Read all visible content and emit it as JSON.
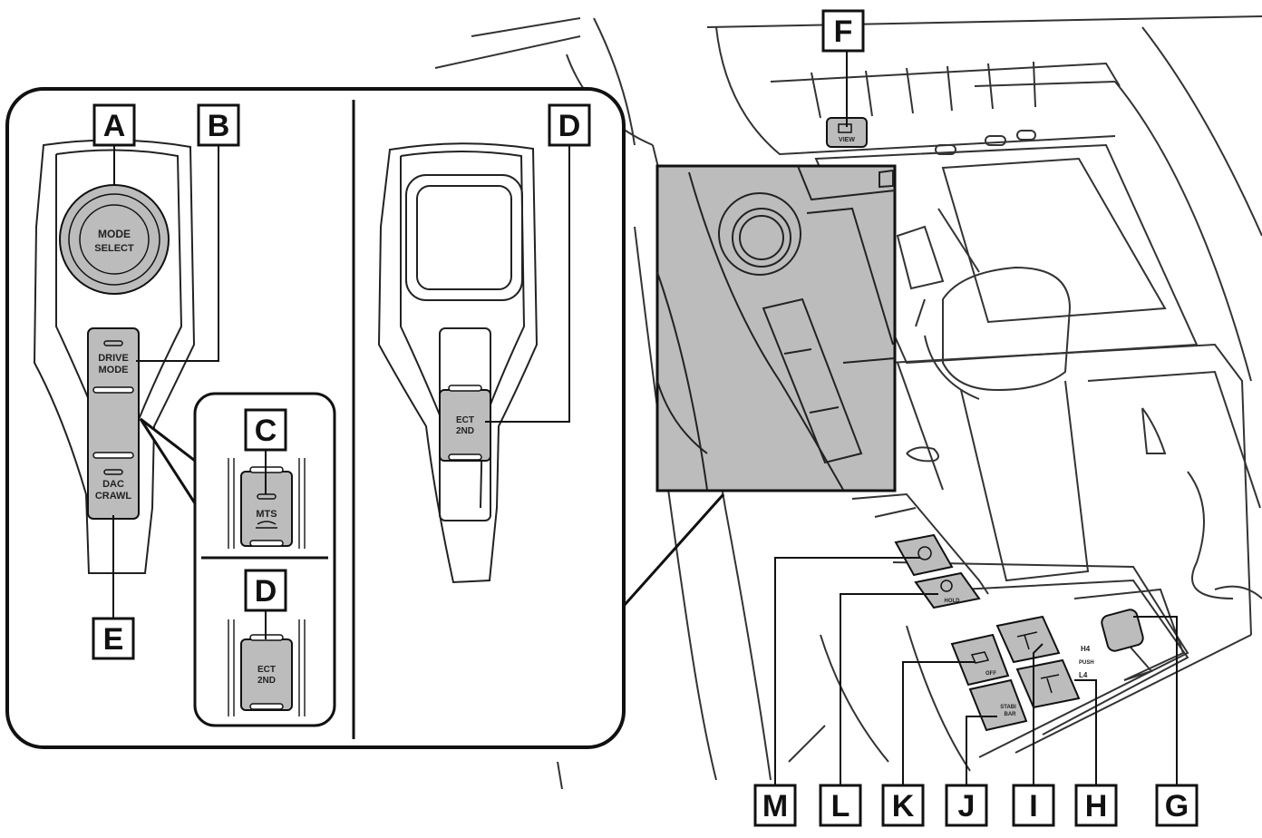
{
  "callouts": {
    "A": "A",
    "B": "B",
    "C": "C",
    "D": "D",
    "E": "E",
    "F": "F",
    "G": "G",
    "H": "H",
    "I": "I",
    "J": "J",
    "K": "K",
    "L": "L",
    "M": "M"
  },
  "buttons": {
    "mode_select_1": "MODE",
    "mode_select_2": "SELECT",
    "drive_mode_1": "DRIVE",
    "drive_mode_2": "MODE",
    "dac_1": "DAC",
    "dac_2": "CRAWL",
    "mts": "MTS",
    "ect_1": "ECT",
    "ect_2": "2ND",
    "view": "VIEW",
    "hold": "HOLD",
    "off": "OFF",
    "stabi_1": "STABI",
    "stabi_2": "BAR"
  },
  "transfer": {
    "h4": "H4",
    "push": "PUSH",
    "l4": "L4"
  },
  "colors": {
    "panel_gray": "#bcbcbc",
    "outline": "#111111"
  }
}
